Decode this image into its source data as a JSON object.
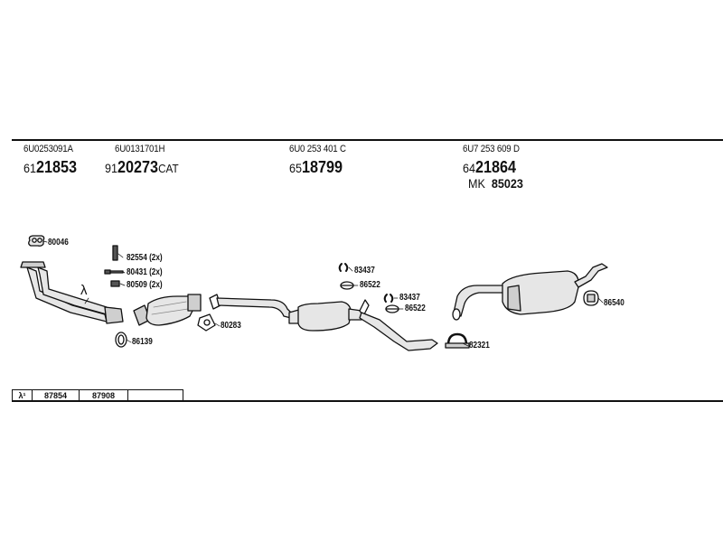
{
  "headers": [
    {
      "code": "6U0253091A",
      "prefix": "61",
      "number": "21853",
      "suffix": ""
    },
    {
      "code": "6U0131701H",
      "prefix": "91",
      "number": "20273",
      "suffix": "CAT"
    },
    {
      "code": "6U0 253 401 C",
      "prefix": "65",
      "number": "18799",
      "suffix": ""
    },
    {
      "code": "6U7 253 609 D",
      "prefix": "64",
      "number": "21864",
      "suffix": ""
    }
  ],
  "mk": {
    "prefix": "MK",
    "number": "85023"
  },
  "parts": {
    "p80046": "80046",
    "p82554": "82554 (2x)",
    "p80431": "80431 (2x)",
    "p80509": "80509 (2x)",
    "p86139": "86139",
    "p80283": "80283",
    "p83437a": "83437",
    "p86522a": "86522",
    "p83437b": "83437",
    "p86522b": "86522",
    "p82321": "82321",
    "p86540": "86540",
    "lambda": "λ"
  },
  "legend": {
    "lambda_label": "λ¹",
    "codes": [
      "87854",
      "87908",
      ""
    ]
  },
  "colors": {
    "ink": "#111111",
    "part_fill": "#e6e6e6",
    "part_dark": "#9a9a9a"
  }
}
